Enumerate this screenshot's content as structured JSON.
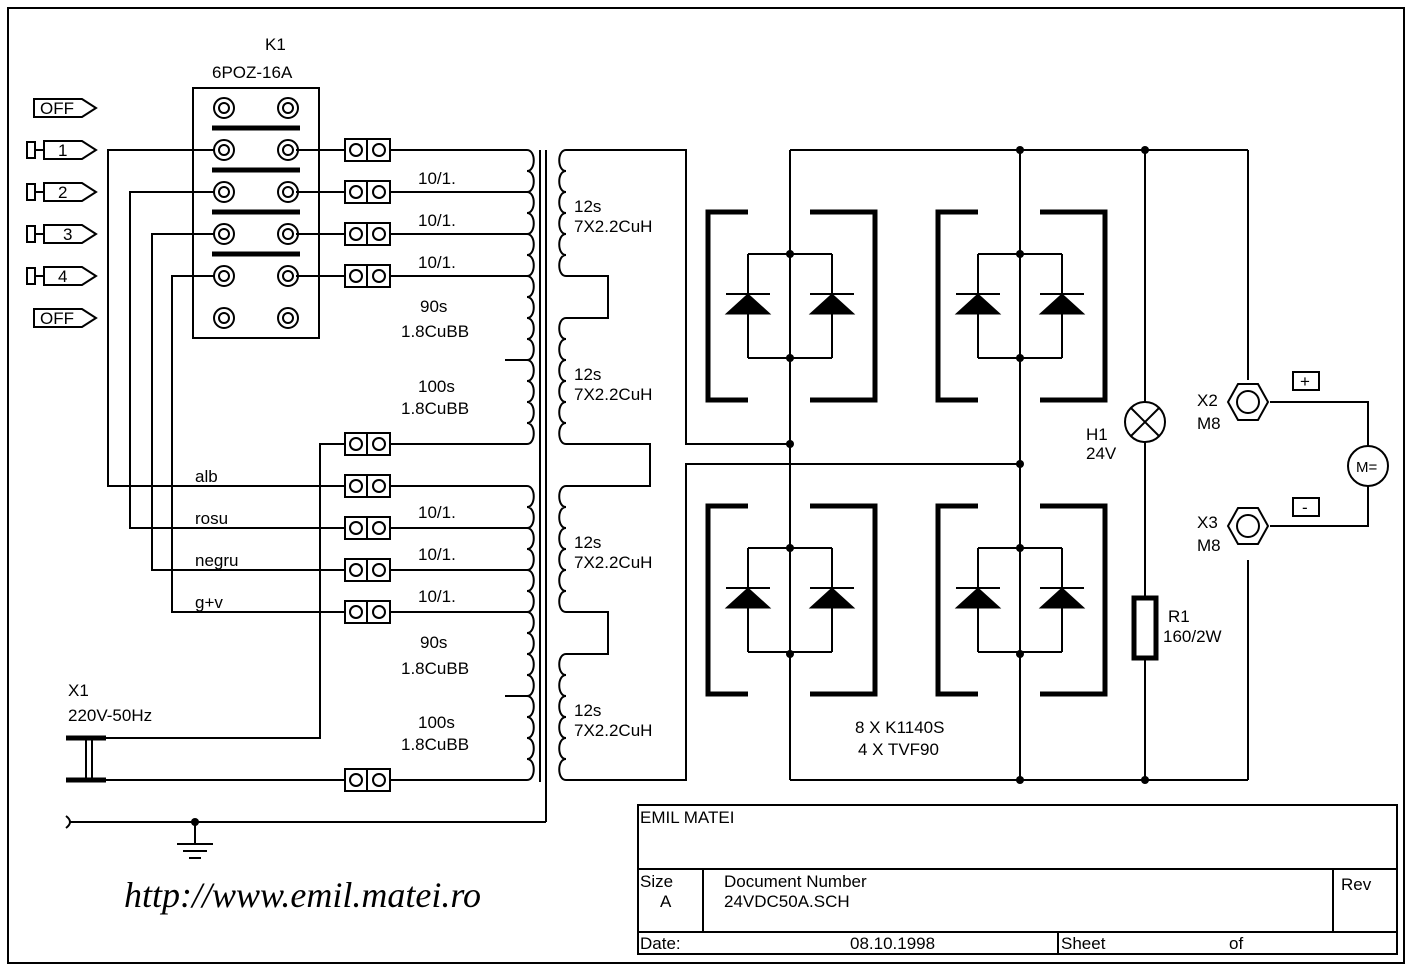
{
  "switch": {
    "ref": "K1",
    "value": "6POZ-16A"
  },
  "positions": [
    "OFF",
    "1",
    "2",
    "3",
    "4",
    "OFF"
  ],
  "wires": [
    "alb",
    "rosu",
    "negru",
    "g+v"
  ],
  "primary": {
    "tap_ratio": "10/1.",
    "w1_turns": "90s",
    "w1_wire": "1.8CuBB",
    "w2_turns": "100s",
    "w2_wire": "1.8CuBB"
  },
  "secondary": {
    "turns": "12s",
    "wire": "7X2.2CuH"
  },
  "rectifier": {
    "diodes": "8 X K1140S",
    "heatsinks": "4 X TVF90"
  },
  "lamp": {
    "ref": "H1",
    "value": "24V"
  },
  "resistor": {
    "ref": "R1",
    "value": "160/2W"
  },
  "terminal_pos": {
    "ref": "X2",
    "value": "M8",
    "sign": "+"
  },
  "terminal_neg": {
    "ref": "X3",
    "value": "M8",
    "sign": "-"
  },
  "motor": {
    "symbol": "M="
  },
  "mains": {
    "ref": "X1",
    "value": "220V-50Hz"
  },
  "website": "http://www.emil.matei.ro",
  "title_block": {
    "author": "EMIL MATEI",
    "size_label": "Size",
    "size": "A",
    "docnum_label": "Document Number",
    "docnum": "24VDC50A.SCH",
    "rev_label": "Rev",
    "date_label": "Date:",
    "date": "08.10.1998",
    "sheet_label": "Sheet",
    "of_label": "of"
  }
}
